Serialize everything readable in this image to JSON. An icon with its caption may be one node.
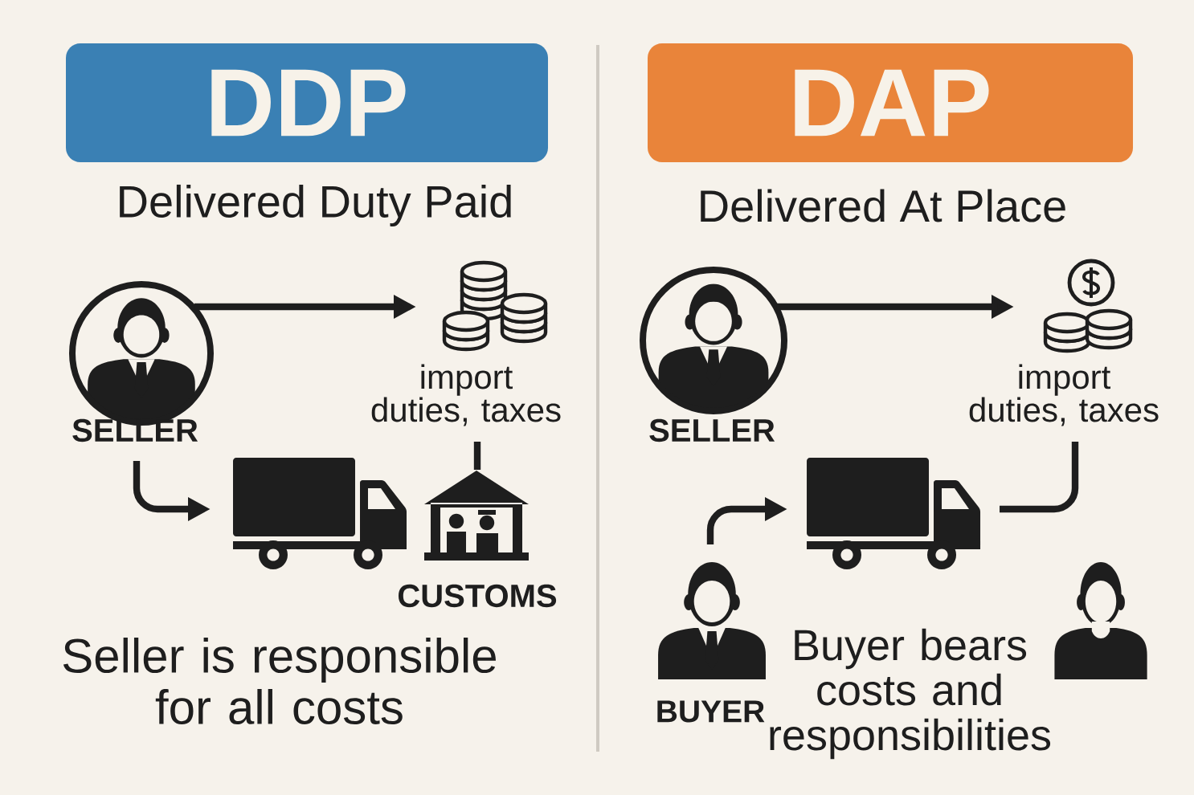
{
  "diagram": {
    "nodes": [
      {
        "text": [
          "DDP"
        ],
        "beside": [
          "Delivered Duty Paid"
        ]
      },
      {
        "text": [
          "DAP"
        ],
        "beside": [
          "Delivered At Place"
        ]
      },
      {
        "text": [
          "SELLER"
        ]
      },
      {
        "text": [
          "import duties, taxes"
        ]
      },
      {
        "text": [],
        "shape": "picture"
      },
      {
        "text": [
          "CUSTOMS"
        ]
      },
      {
        "text": [
          "SELLER"
        ]
      },
      {
        "text": [
          "import duties, taxes"
        ]
      },
      {
        "text": [],
        "shape": "picture"
      },
      {
        "text": [
          "BUYER"
        ]
      },
      {
        "text": [],
        "shape": "person"
      }
    ],
    "edges": [
      {
        "from": 2,
        "to": 3,
        "arrow": "to"
      },
      {
        "from": 2,
        "to": 4,
        "arrow": "to"
      },
      {
        "from": 3,
        "to": 5,
        "arrow": "none"
      },
      {
        "from": 6,
        "to": 7,
        "arrow": "to"
      },
      {
        "from": 9,
        "to": 8,
        "arrow": "to"
      },
      {
        "from": 7,
        "to": 8,
        "arrow": "none"
      }
    ],
    "labels": [
      "Seller is responsible for all costs",
      "Buyer bears costs and responsibilities"
    ]
  }
}
